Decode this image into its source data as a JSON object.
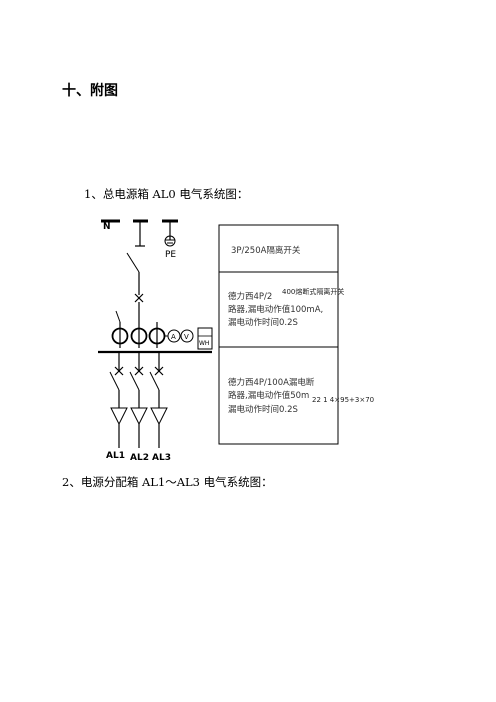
{
  "heading": "十、附图",
  "caption1": "1、总电源箱 AL0 电气系统图：",
  "caption2": "2、电源分配箱 AL1～AL3 电气系统图：",
  "diagram": {
    "terminal_n": "N",
    "terminal_pe": "PE",
    "meter_a": "A",
    "meter_v": "V",
    "meter_wh": "WH",
    "outputs": [
      "AL1",
      "AL2",
      "AL3"
    ],
    "box1": {
      "line1": "3P/250A隔离开关"
    },
    "box2": {
      "line1": "德力西4P/2",
      "line2": "路器,漏电动作值100mA,",
      "line3": "漏电动作时间0.2S",
      "overlay": "400熔断式隔离开关"
    },
    "box3": {
      "line1": "德力西4P/100A漏电断",
      "line2": "路器,漏电动作值50m",
      "line3": "漏电动作时间0.2S",
      "overlay": "22 1 4×95+3×70"
    }
  }
}
